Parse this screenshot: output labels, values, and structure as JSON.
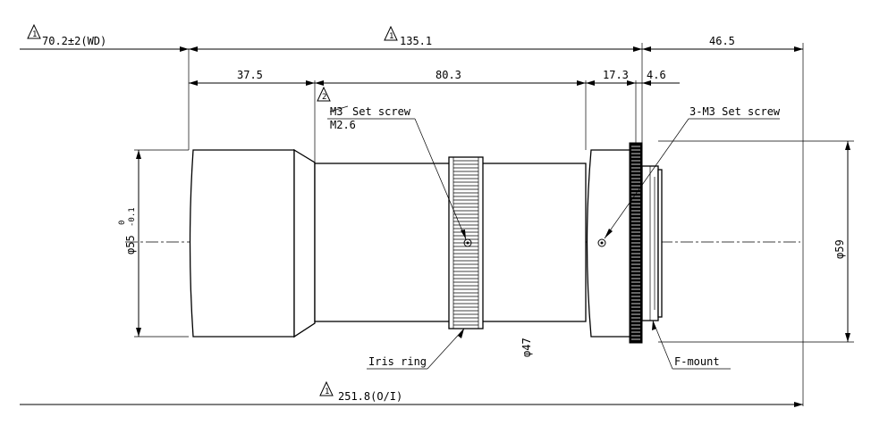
{
  "dimensions": {
    "wd": "70.2±2(WD)",
    "overall_body": "135.1",
    "front": "37.5",
    "mid": "80.3",
    "rear_a": "17.3",
    "rear_b": "4.6",
    "mount_ext": "46.5",
    "total": "251.8(O/I)",
    "dia_front": "φ55",
    "dia_front_tol_upper": "0",
    "dia_front_tol_lower": "-0.1",
    "dia_mid": "φ47",
    "dia_mount": "φ59"
  },
  "revisions": {
    "rev1": "1",
    "rev2": "2"
  },
  "labels": {
    "set_screw_old": "M3",
    "set_screw_text": "Set screw",
    "set_screw_new": "M2.6",
    "set_screw_3": "3-M3 Set screw",
    "iris_ring": "Iris ring",
    "f_mount": "F-mount"
  }
}
